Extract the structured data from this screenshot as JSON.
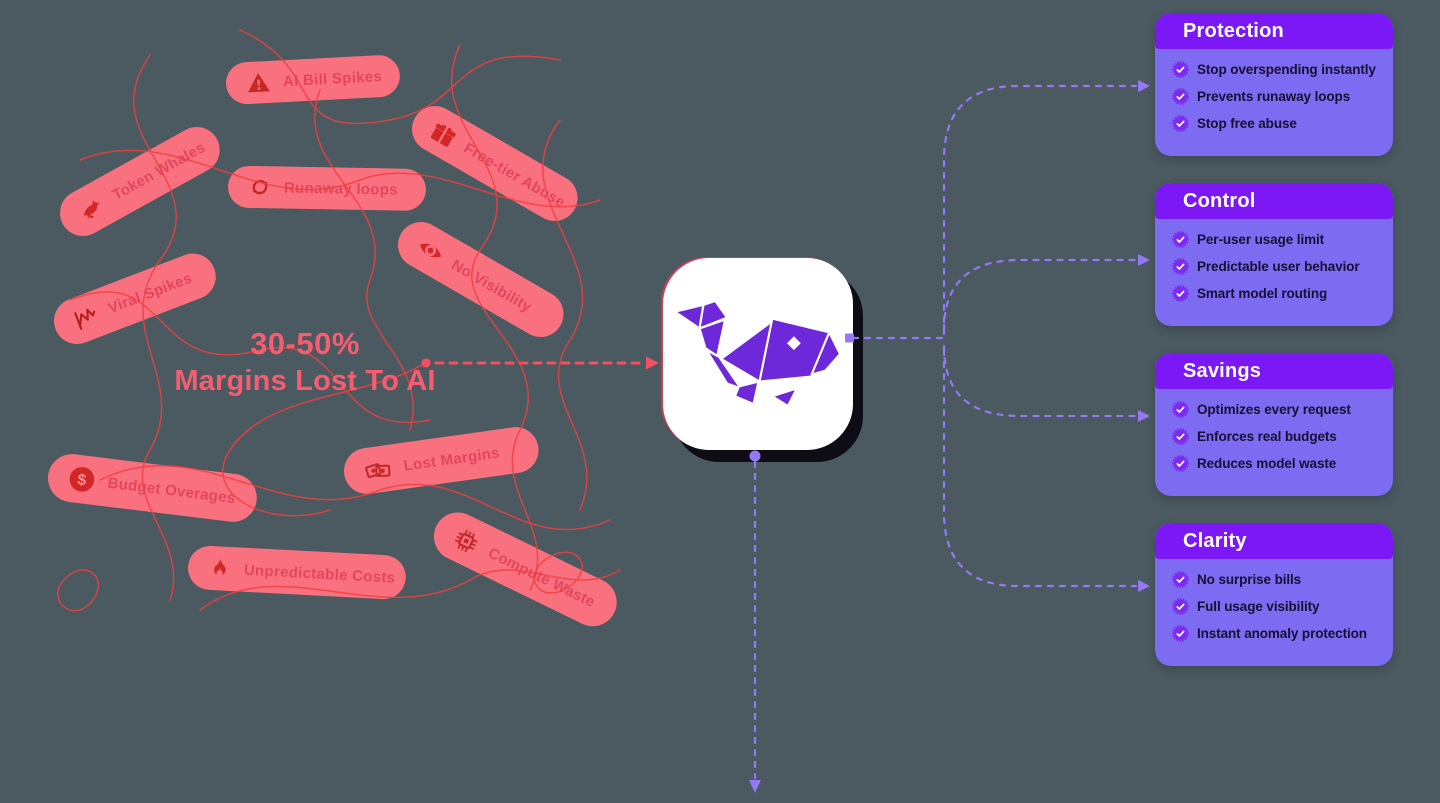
{
  "palette": {
    "bg": "#4a5a60",
    "pill": "#f9707f",
    "pillText": "#cf1b3d",
    "pillIcon": "#d32626",
    "scribble": "#ef4040",
    "headline": "#f75c70",
    "cardHeader": "#7c17f5",
    "cardBody": "#7d6cf1",
    "cardTitle": "#ffffff",
    "cardText": "#170f33",
    "badge": "#7e2bf0",
    "connector": "#9478f4",
    "redConnector": "#f44f63",
    "whale": "#6d28d9",
    "hubBg": "#ffffff",
    "hubShadow": "#0e0d15"
  },
  "headline": {
    "line1": "30-50%",
    "line2": "Margins Lost To AI"
  },
  "pills": [
    {
      "icon": "warning-icon",
      "label": "AI Bill Spikes"
    },
    {
      "icon": "gift-icon",
      "label": "Free-tier Abuse"
    },
    {
      "icon": "loop-icon",
      "label": "Runaway loops"
    },
    {
      "icon": "whale-icon",
      "label": "Token Whales"
    },
    {
      "icon": "eye-icon",
      "label": "No Visibility"
    },
    {
      "icon": "chart-spike-icon",
      "label": "Viral Spikes"
    },
    {
      "icon": "dollar-icon",
      "label": "Budget Overages"
    },
    {
      "icon": "cash-icon",
      "label": "Lost Margins"
    },
    {
      "icon": "chip-icon",
      "label": "Compute Waste"
    },
    {
      "icon": "flame-icon",
      "label": "Unpredictable Costs"
    }
  ],
  "hub": {
    "logo": "origami-whale-logo"
  },
  "cards": [
    {
      "title": "Protection",
      "badge_icon": "check-badge-icon",
      "items": [
        "Stop overspending instantly",
        "Prevents runaway loops",
        "Stop free abuse"
      ]
    },
    {
      "title": "Control",
      "badge_icon": "check-badge-icon",
      "items": [
        "Per-user usage limit",
        "Predictable user behavior",
        "Smart model routing"
      ]
    },
    {
      "title": "Savings",
      "badge_icon": "check-badge-icon",
      "items": [
        "Optimizes every request",
        "Enforces real budgets",
        "Reduces model waste"
      ]
    },
    {
      "title": "Clarity",
      "badge_icon": "check-badge-icon",
      "items": [
        "No surprise bills",
        "Full usage visibility",
        "Instant anomaly protection"
      ]
    }
  ]
}
